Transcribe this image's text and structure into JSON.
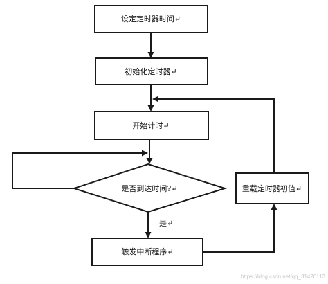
{
  "flowchart": {
    "steps": {
      "set_timer": "设定定时器时间↵",
      "init_timer": "初始化定时器↵",
      "start_timing": "开始计时↵",
      "decision": "是否到达时间?↵",
      "trigger_interrupt": "触发中断程序↵",
      "reload_timer": "重载定时器初值↵"
    },
    "yes_label": "是↵",
    "watermark": "https://blog.csdn.net/qq_31420113"
  },
  "colors": {
    "line": "#1a1a1a",
    "box_fill": "#ffffff"
  }
}
